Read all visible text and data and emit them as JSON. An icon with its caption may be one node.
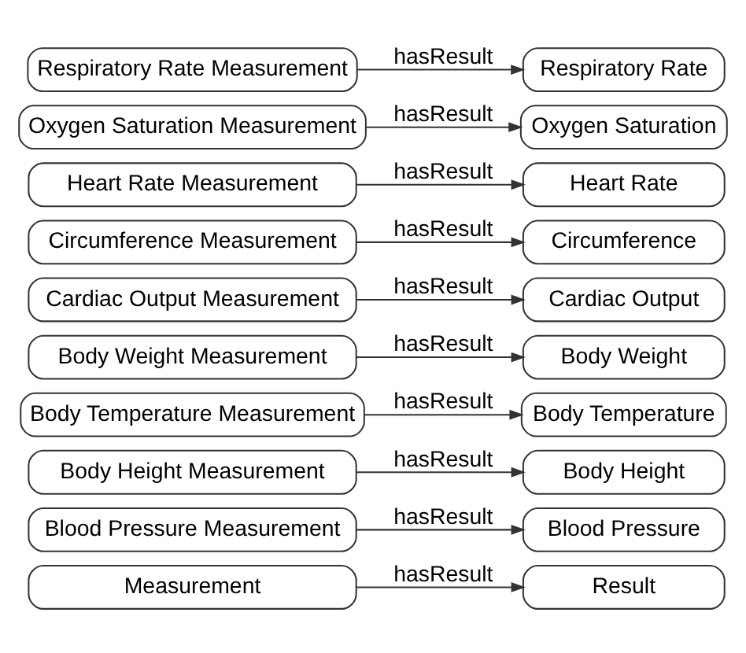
{
  "diagram": {
    "nodes": [
      {
        "text": [
          "Measurement"
        ]
      },
      {
        "text": [
          "Result"
        ]
      },
      {
        "text": [
          "Blood Pressure Measurement"
        ]
      },
      {
        "text": [
          "Blood Pressure"
        ]
      },
      {
        "text": [
          "Body Height Measurement"
        ]
      },
      {
        "text": [
          "Body Height"
        ]
      },
      {
        "text": [
          "Body Temperature Measurement"
        ]
      },
      {
        "text": [
          "Body Temperature"
        ]
      },
      {
        "text": [
          "Body Weight Measurement"
        ]
      },
      {
        "text": [
          "Body Weight"
        ]
      },
      {
        "text": [
          "Cardiac Output Measurement"
        ]
      },
      {
        "text": [
          "Cardiac Output"
        ]
      },
      {
        "text": [
          "Circumference Measurement"
        ]
      },
      {
        "text": [
          "Circumference"
        ]
      },
      {
        "text": [
          "Heart Rate Measurement"
        ]
      },
      {
        "text": [
          "Heart Rate"
        ]
      },
      {
        "text": [
          "Oxygen Saturation Measurement"
        ]
      },
      {
        "text": [
          "Oxygen Saturation"
        ]
      },
      {
        "text": [
          "Respiratory Rate Measurement"
        ]
      },
      {
        "text": [
          "Respiratory Rate"
        ]
      }
    ],
    "edges": [
      {
        "from": 0,
        "to": 1,
        "arrow": "to",
        "label": "hasResult"
      },
      {
        "from": 2,
        "to": 3,
        "arrow": "to",
        "label": "hasResult"
      },
      {
        "from": 4,
        "to": 5,
        "arrow": "to",
        "label": "hasResult"
      },
      {
        "from": 6,
        "to": 7,
        "arrow": "to",
        "label": "hasResult"
      },
      {
        "from": 8,
        "to": 9,
        "arrow": "to",
        "label": "hasResult"
      },
      {
        "from": 10,
        "to": 11,
        "arrow": "to",
        "label": "hasResult"
      },
      {
        "from": 12,
        "to": 13,
        "arrow": "to",
        "label": "hasResult"
      },
      {
        "from": 14,
        "to": 15,
        "arrow": "to",
        "label": "hasResult"
      },
      {
        "from": 16,
        "to": 17,
        "arrow": "to",
        "label": "hasResult"
      },
      {
        "from": 18,
        "to": 19,
        "arrow": "to",
        "label": "hasResult"
      }
    ]
  }
}
